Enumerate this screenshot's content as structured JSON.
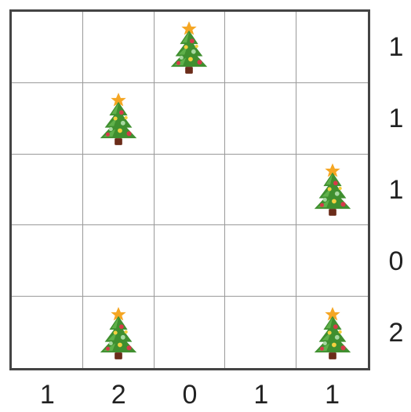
{
  "puzzle": {
    "rows": 5,
    "cols": 5,
    "trees": [
      [
        0,
        2
      ],
      [
        1,
        1
      ],
      [
        2,
        4
      ],
      [
        4,
        1
      ],
      [
        4,
        4
      ]
    ],
    "row_clues": [
      "1",
      "1",
      "1",
      "0",
      "2"
    ],
    "col_clues": [
      "1",
      "2",
      "0",
      "1",
      "1"
    ]
  },
  "colors": {
    "grid_border": "#444444",
    "grid_line": "#9a9a9a",
    "tree_dark": "#3f8f2f",
    "tree_light": "#5fb04a",
    "star": "#f5a623",
    "trunk": "#6b2c1a",
    "ornament_red": "#d63a4a",
    "ornament_yellow": "#f4d03f",
    "ornament_green": "#a7d8a0"
  },
  "icons": {
    "tree": "christmas-tree-icon"
  }
}
